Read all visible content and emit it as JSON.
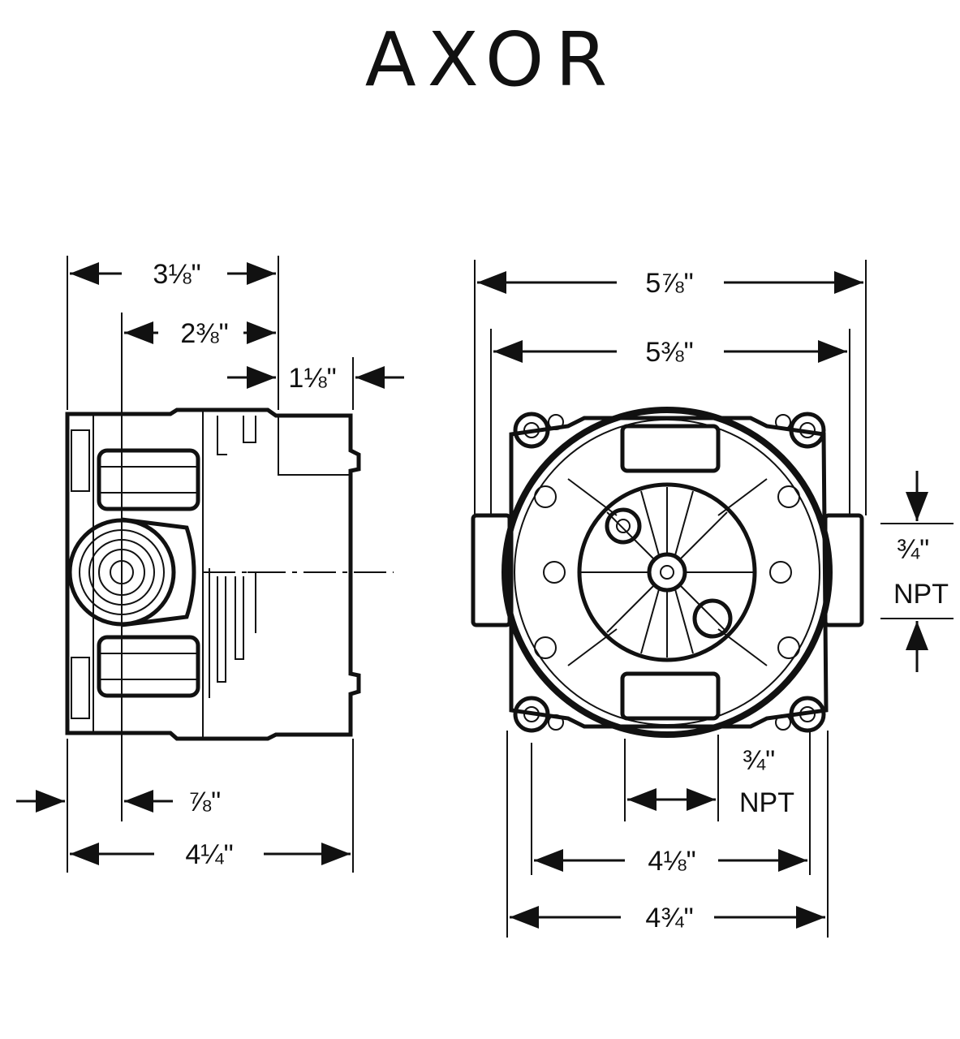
{
  "logo": {
    "text": "AXOR"
  },
  "side_view": {
    "dimensions": {
      "overall_depth_top": "3⅛\"",
      "center_to_back": "2⅜\"",
      "front_offset": "1⅛\"",
      "flange_to_center": "⅞\"",
      "overall_depth_bottom": "4¼\""
    }
  },
  "front_view": {
    "dimensions": {
      "overall_width": "5⅞\"",
      "body_width": "5⅜\"",
      "side_port_size": "¾\"",
      "side_port_type": "NPT",
      "bottom_port_size": "¾\"",
      "bottom_port_type": "NPT",
      "mounting_hole_spacing": "4⅛\"",
      "plate_width": "4¾\""
    }
  }
}
